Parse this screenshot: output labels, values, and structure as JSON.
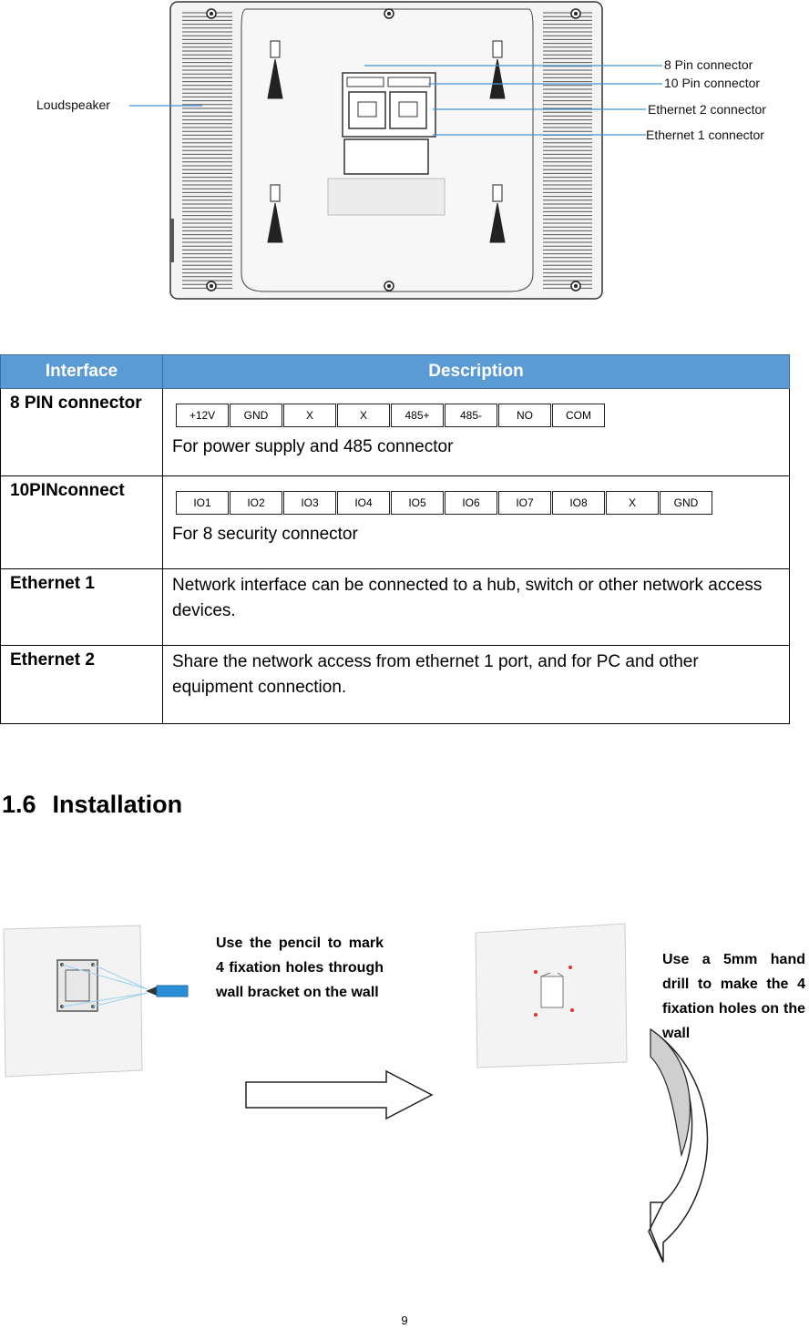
{
  "device_figure": {
    "callouts": {
      "loudspeaker": "Loudspeaker",
      "pin8": "8 Pin connector",
      "pin10": "10 Pin connector",
      "ethernet2": "Ethernet 2 connector",
      "ethernet1": "Ethernet 1 connector"
    }
  },
  "table": {
    "headers": {
      "interface": "Interface",
      "description": "Description"
    },
    "rows": {
      "pin8": {
        "interface": "8 PIN connector",
        "pins": [
          "+12V",
          "GND",
          "X",
          "X",
          "485+",
          "485-",
          "NO",
          "COM"
        ],
        "description": "For power supply and 485 connector"
      },
      "pin10": {
        "interface": "10PINconnect",
        "pins": [
          "IO1",
          "IO2",
          "IO3",
          "IO4",
          "IO5",
          "IO6",
          "IO7",
          "IO8",
          "X",
          "GND"
        ],
        "description": "For 8 security connector"
      },
      "eth1": {
        "interface": "Ethernet 1",
        "description": "Network interface can be connected to a hub, switch or other network access devices."
      },
      "eth2": {
        "interface": "Ethernet 2",
        "description": "Share the network access from ethernet 1 port, and for PC and other equipment connection."
      }
    }
  },
  "section": {
    "number": "1.6",
    "title": "Installation"
  },
  "installation": {
    "step1_text": "Use the pencil to mark 4 fixation holes through wall bracket on the wall",
    "step2_text": "Use a 5mm hand drill to make the 4 fixation holes on the wall"
  },
  "page_number": "9",
  "colors": {
    "header_blue": "#5b9bd5",
    "callout_line": "#4a90d9",
    "pencil": "#2a8fd6",
    "hole": "#e03030"
  }
}
